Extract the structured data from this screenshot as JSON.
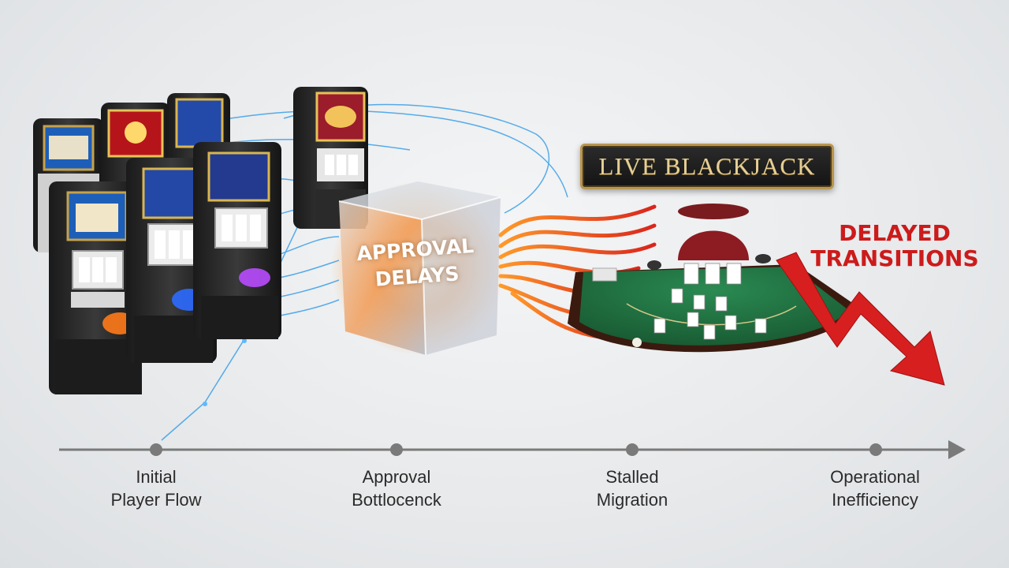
{
  "sign": {
    "text": "LIVE BLACKJACK"
  },
  "cube": {
    "line1": "APPROVAL",
    "line2": "DELAYS"
  },
  "callout": {
    "line1": "DELAYED",
    "line2": "TRANSITIONS"
  },
  "timeline": {
    "stages": [
      {
        "line1": "Initial",
        "line2": "Player Flow"
      },
      {
        "line1": "Approval",
        "line2": "Bottlocenck"
      },
      {
        "line1": "Stalled",
        "line2": "Migration"
      },
      {
        "line1": "Operational",
        "line2": "Inefficiency"
      }
    ]
  },
  "colors": {
    "timeline": "#7a7a7a",
    "flow_lines": "#3b9fe8",
    "delay_red": "#cc1b1b",
    "felt": "#1f6b3e",
    "sign_text": "#e6cf94"
  }
}
